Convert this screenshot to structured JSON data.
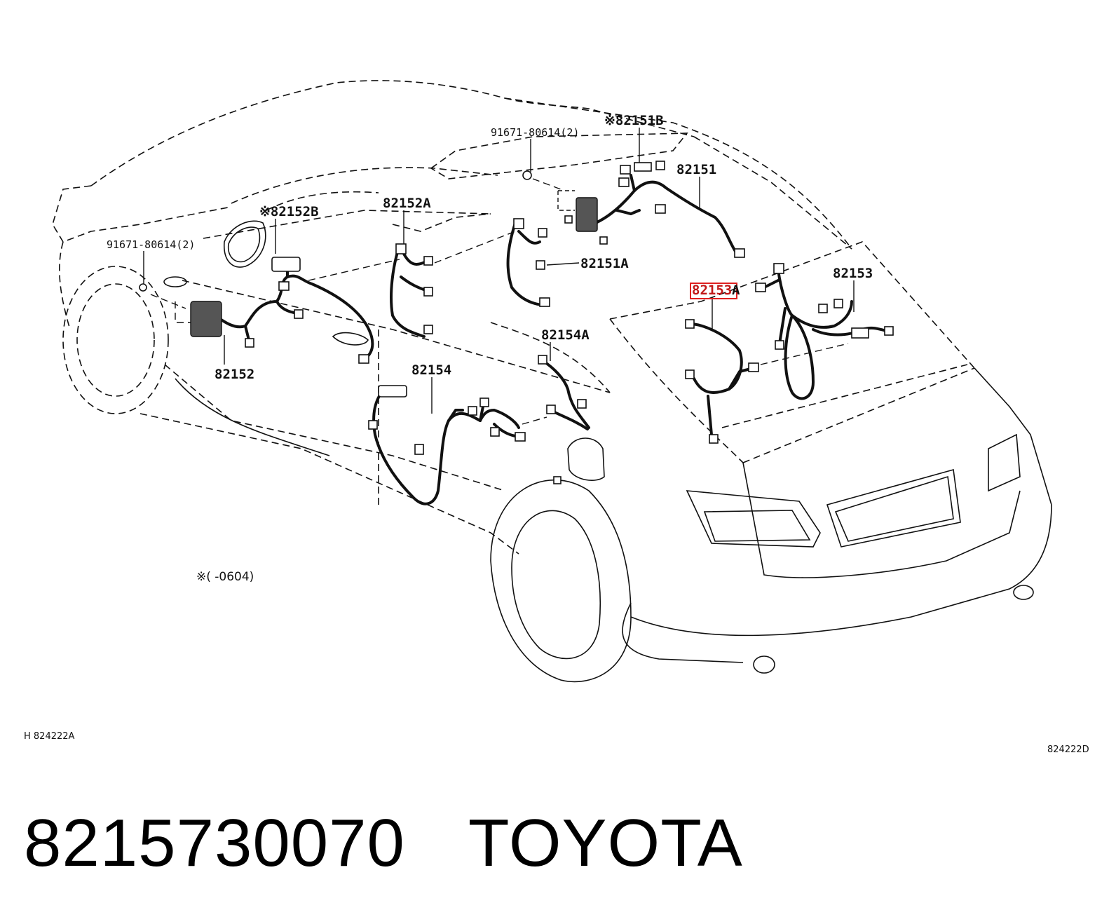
{
  "diagram": {
    "labels": {
      "l_82151B": "※82151B",
      "l_91671_top": "91671-80614(2)",
      "l_82151": "82151",
      "l_82152B": "※82152B",
      "l_82152A": "82152A",
      "l_91671_left": "91671-80614(2)",
      "l_82151A": "82151A",
      "l_82153A": "82153",
      "l_82153A_suffix": "A",
      "l_82153": "82153",
      "l_82154A": "82154A",
      "l_82154": "82154",
      "l_82152": "82152"
    },
    "note": "※(     -0604)",
    "code_left": "H 824222A",
    "code_right": "824222D",
    "highlight_color": "#e02020"
  },
  "footer": {
    "part_number": "8215730070",
    "brand": "TOYOTA"
  }
}
